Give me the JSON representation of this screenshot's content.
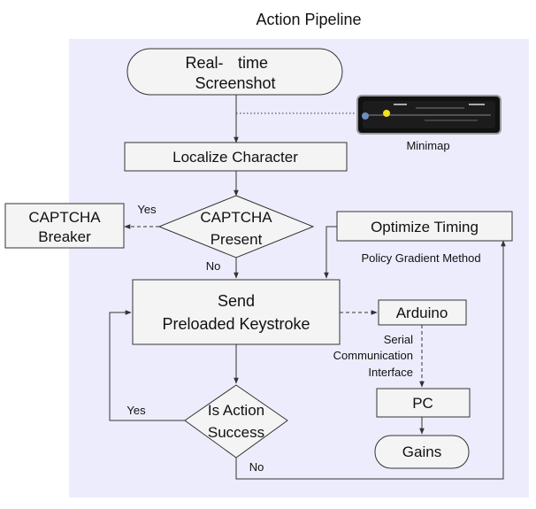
{
  "title": "Action Pipeline",
  "colors": {
    "panel_background": "#ececfd",
    "node_fill": "#f4f4f4",
    "stroke": "#333333",
    "minimap_background": "#111111",
    "minimap_marker": "#f2e21c"
  },
  "nodes": {
    "screenshot": {
      "line1": "Real-",
      "line1b": "time",
      "line2": "Screenshot"
    },
    "localize": "Localize Character",
    "captcha_decision": {
      "line1": "CAPTCHA",
      "line2": "Present"
    },
    "captcha_breaker": {
      "line1": "CAPTCHA",
      "line2": "Breaker"
    },
    "optimize": "Optimize Timing",
    "send": {
      "line1": "Send",
      "line2": "Preloaded Keystroke"
    },
    "arduino": "Arduino",
    "pc": "PC",
    "gains": "Gains",
    "success_decision": {
      "line1": "Is Action",
      "line2": "Success"
    }
  },
  "labels": {
    "minimap": "Minimap",
    "captcha_yes": "Yes",
    "captcha_no": "No",
    "policy": "Policy Gradient Method",
    "serial_line1": "Serial",
    "serial_line2": "Communication",
    "serial_line3": "Interface",
    "success_yes": "Yes",
    "success_no": "No"
  },
  "icons": {
    "minimap": "minimap-thumbnail-icon"
  }
}
